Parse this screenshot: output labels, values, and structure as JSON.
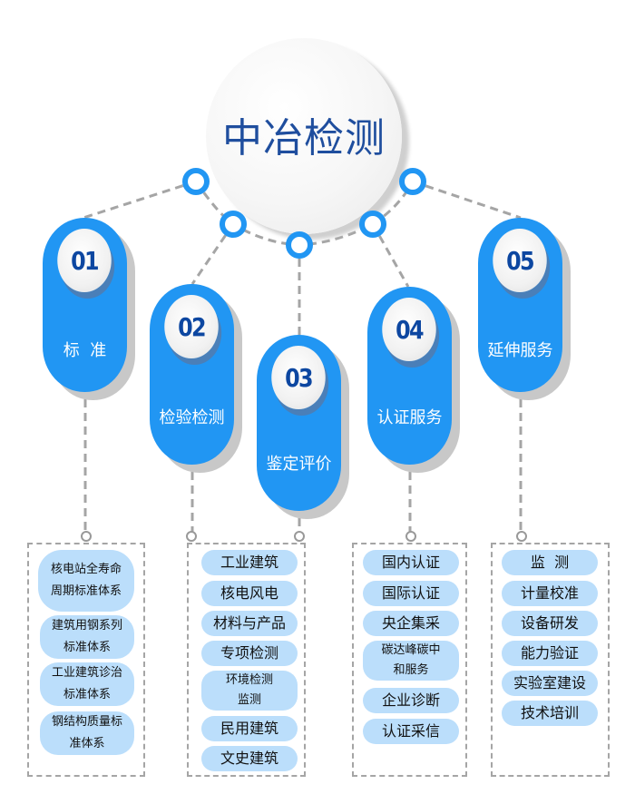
{
  "title": "中冶检测",
  "colors": {
    "accent_blue": "#2196f3",
    "title_blue": "#1f4e9e",
    "number_blue": "#0d47a1",
    "item_bg": "#bbdefb",
    "connector_gray": "#a5a5a5"
  },
  "categories": [
    {
      "number": "01",
      "label": "标  准",
      "items": [
        "核电站全寿命周期标准体系",
        "建筑用钢系列标准体系",
        "工业建筑诊治标准体系",
        "钢结构质量标准体系"
      ]
    },
    {
      "number": "02",
      "label": "检验检测",
      "items": [
        "工业建筑",
        "核电风电",
        "材料与产品",
        "专项检测",
        "环境检测监测",
        "民用建筑",
        "文史建筑"
      ]
    },
    {
      "number": "03",
      "label": "鉴定评价",
      "items": []
    },
    {
      "number": "04",
      "label": "认证服务",
      "items": [
        "国内认证",
        "国际认证",
        "央企集采",
        "碳达峰碳中和服务",
        "企业诊断",
        "认证采信"
      ]
    },
    {
      "number": "05",
      "label": "延伸服务",
      "items": [
        "监  测",
        "计量校准",
        "设备研发",
        "能力验证",
        "实验室建设",
        "技术培训"
      ]
    }
  ]
}
